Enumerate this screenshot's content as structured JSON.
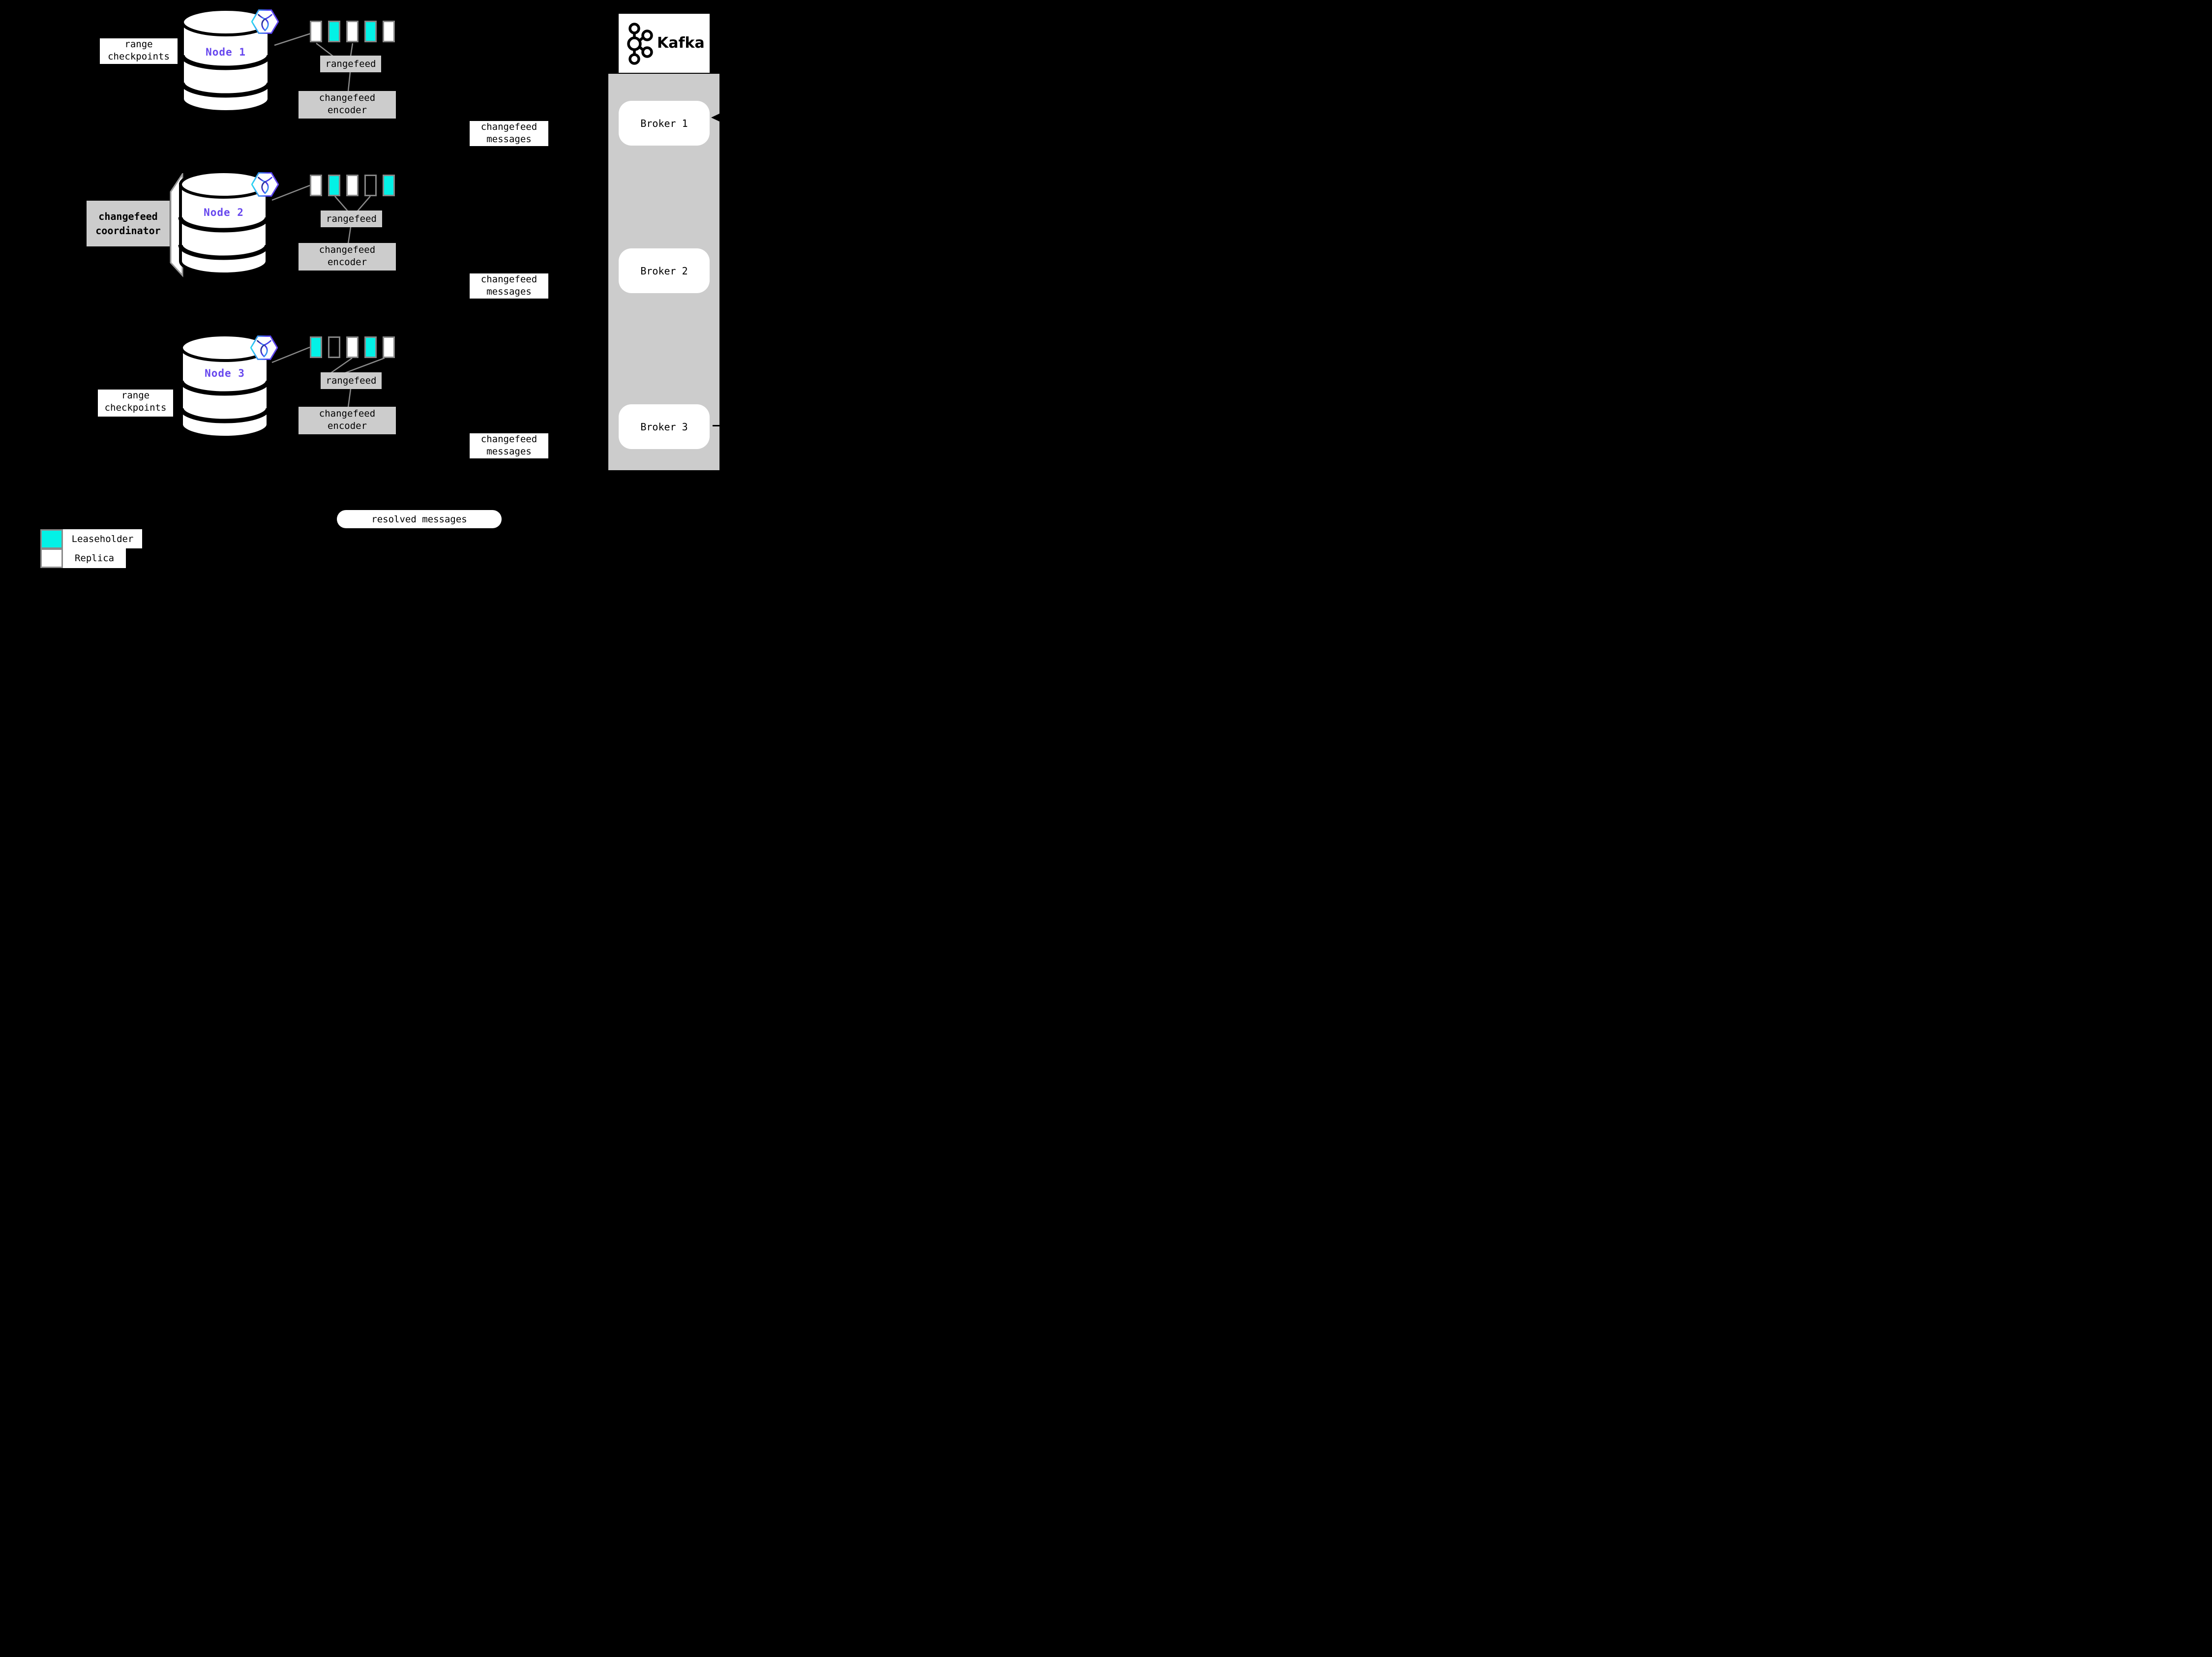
{
  "colors": {
    "background": "#000000",
    "leaseholder_teal": "#03F1E6",
    "node_label_purple": "#6747EE",
    "box_gray": "#CCCCCC",
    "panel_gray": "#CCCCCC",
    "connector_gray": "#8A8A8A"
  },
  "nodes": [
    {
      "name": "Node 1",
      "checkpoint_label": "range checkpoints",
      "rangefeed_label": "rangefeed",
      "encoder_label": "changefeed encoder",
      "messages_label": "changefeed messages",
      "ranges": [
        "replica",
        "leaseholder",
        "replica",
        "leaseholder",
        "replica"
      ]
    },
    {
      "name": "Node 2",
      "rangefeed_label": "rangefeed",
      "encoder_label": "changefeed encoder",
      "messages_label": "changefeed messages",
      "ranges": [
        "replica",
        "leaseholder",
        "replica",
        "empty",
        "leaseholder"
      ]
    },
    {
      "name": "Node 3",
      "checkpoint_label": "range checkpoints",
      "rangefeed_label": "rangefeed",
      "encoder_label": "changefeed encoder",
      "messages_label": "changefeed messages",
      "ranges": [
        "leaseholder",
        "empty",
        "replica",
        "leaseholder",
        "replica"
      ]
    }
  ],
  "coordinator": {
    "label": "changefeed coordinator"
  },
  "kafka": {
    "title": "Kafka",
    "brokers": [
      {
        "label": "Broker 1"
      },
      {
        "label": "Broker 2"
      },
      {
        "label": "Broker 3"
      }
    ]
  },
  "resolved": {
    "label": "resolved messages"
  },
  "legend": {
    "items": [
      {
        "type": "leaseholder",
        "label": "Leaseholder"
      },
      {
        "type": "replica",
        "label": "Replica"
      }
    ]
  }
}
